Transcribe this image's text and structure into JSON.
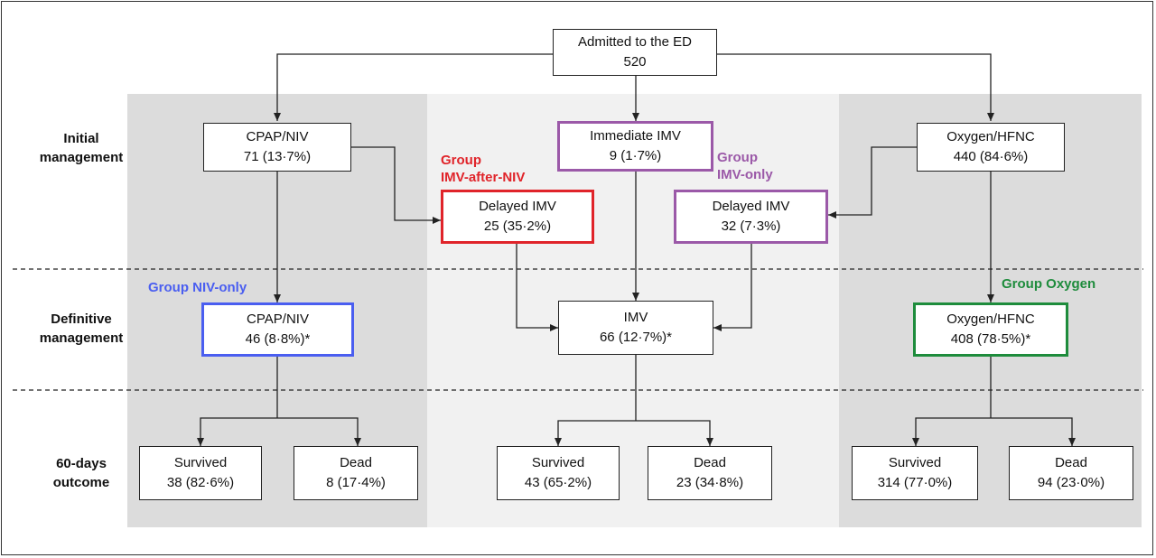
{
  "row_labels": {
    "initial": [
      "Initial",
      "management"
    ],
    "definitive": [
      "Definitive",
      "management"
    ],
    "outcome": [
      "60-days",
      "outcome"
    ]
  },
  "group_labels": {
    "imv_after_niv": [
      "Group",
      "IMV-after-NIV"
    ],
    "imv_only": [
      "Group",
      "IMV-only"
    ],
    "niv_only": "Group NIV-only",
    "oxygen": "Group Oxygen"
  },
  "colors": {
    "red": "#e0242a",
    "purple": "#9b59a8",
    "blue": "#4a5ef0",
    "green": "#1e8c3c",
    "panel_dark": "#dcdcdc",
    "panel_light": "#f1f1f1"
  },
  "nodes": {
    "admitted": {
      "title": "Admitted to the ED",
      "value": "520"
    },
    "cpap_initial": {
      "title": "CPAP/NIV",
      "value": "71 (13·7%)"
    },
    "immediate_imv": {
      "title": "Immediate IMV",
      "value": "9 (1·7%)"
    },
    "oxygen_initial": {
      "title": "Oxygen/HFNC",
      "value": "440 (84·6%)"
    },
    "delayed_imv_niv": {
      "title": "Delayed IMV",
      "value": "25 (35·2%)"
    },
    "delayed_imv_oxy": {
      "title": "Delayed IMV",
      "value": "32 (7·3%)"
    },
    "cpap_definitive": {
      "title": "CPAP/NIV",
      "value": "46 (8·8%)*"
    },
    "imv_definitive": {
      "title": "IMV",
      "value": "66 (12·7%)*"
    },
    "oxygen_definitive": {
      "title": "Oxygen/HFNC",
      "value": "408 (78·5%)*"
    },
    "niv_survived": {
      "title": "Survived",
      "value": "38 (82·6%)"
    },
    "niv_dead": {
      "title": "Dead",
      "value": "8 (17·4%)"
    },
    "imv_survived": {
      "title": "Survived",
      "value": "43 (65·2%)"
    },
    "imv_dead": {
      "title": "Dead",
      "value": "23 (34·8%)"
    },
    "oxy_survived": {
      "title": "Survived",
      "value": "314 (77·0%)"
    },
    "oxy_dead": {
      "title": "Dead",
      "value": "94 (23·0%)"
    }
  }
}
